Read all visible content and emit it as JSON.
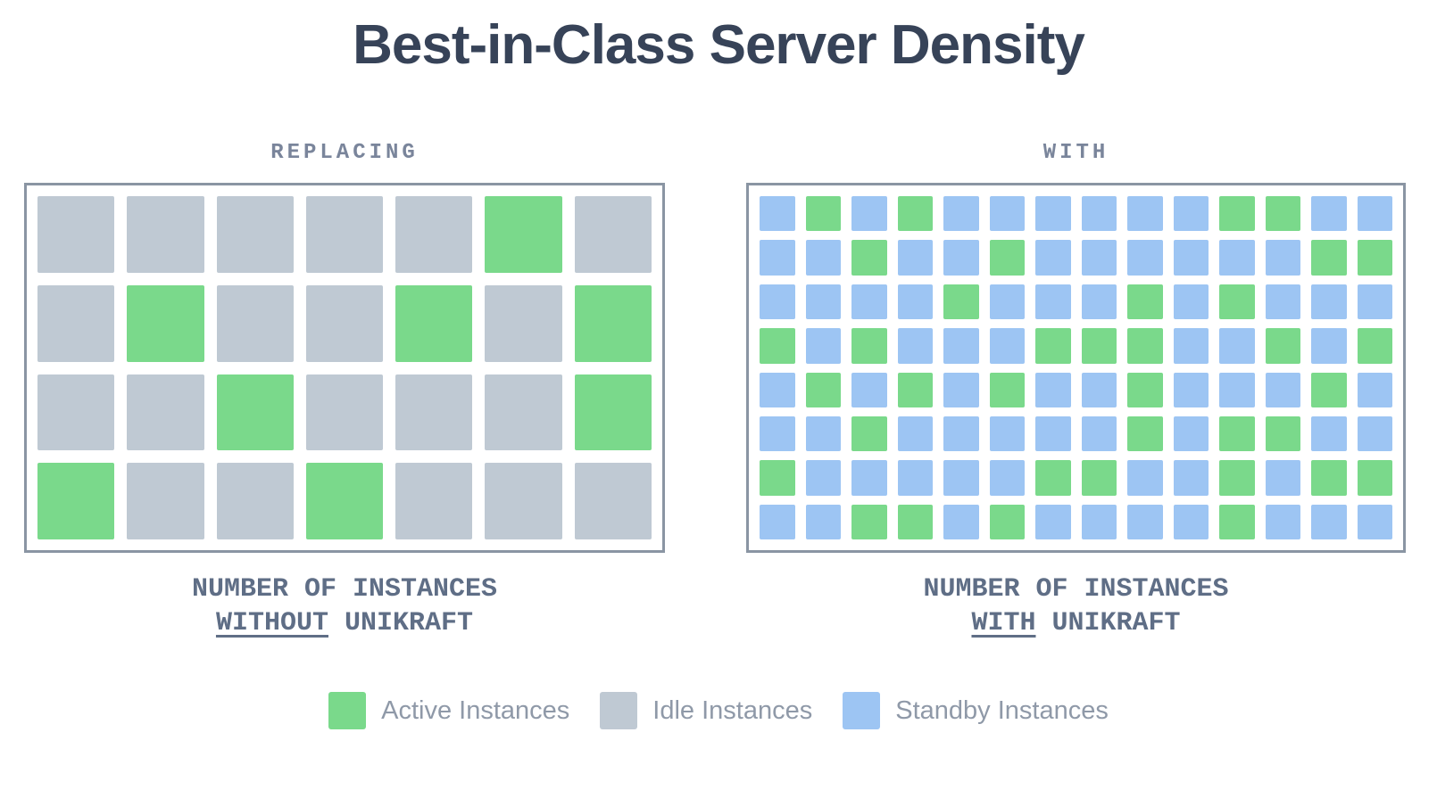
{
  "title": "Best-in-Class Server Density",
  "colors": {
    "active": "#7AD98B",
    "idle": "#BFC9D3",
    "standby": "#9DC5F3"
  },
  "cell_types": {
    "A": "active",
    "I": "idle",
    "S": "standby"
  },
  "panels": [
    {
      "heading": "REPLACING",
      "caption_line1": "NUMBER OF INSTANCES",
      "caption_emphasis": "WITHOUT",
      "caption_rest": "UNIKRAFT",
      "grid": {
        "columns": 7,
        "rows": 4,
        "cells": [
          [
            "I",
            "I",
            "I",
            "I",
            "I",
            "A",
            "I"
          ],
          [
            "I",
            "A",
            "I",
            "I",
            "A",
            "I",
            "A"
          ],
          [
            "I",
            "I",
            "A",
            "I",
            "I",
            "I",
            "A"
          ],
          [
            "A",
            "I",
            "I",
            "A",
            "I",
            "I",
            "I"
          ]
        ]
      }
    },
    {
      "heading": "WITH",
      "caption_line1": "NUMBER OF INSTANCES",
      "caption_emphasis": "WITH",
      "caption_rest": "UNIKRAFT",
      "grid": {
        "columns": 14,
        "rows": 8,
        "cells": [
          [
            "S",
            "A",
            "S",
            "A",
            "S",
            "S",
            "S",
            "S",
            "S",
            "S",
            "A",
            "A",
            "S",
            "S"
          ],
          [
            "S",
            "S",
            "A",
            "S",
            "S",
            "A",
            "S",
            "S",
            "S",
            "S",
            "S",
            "S",
            "A",
            "A"
          ],
          [
            "S",
            "S",
            "S",
            "S",
            "A",
            "S",
            "S",
            "S",
            "A",
            "S",
            "A",
            "S",
            "S",
            "S"
          ],
          [
            "A",
            "S",
            "A",
            "S",
            "S",
            "S",
            "A",
            "A",
            "A",
            "S",
            "S",
            "A",
            "S",
            "A"
          ],
          [
            "S",
            "A",
            "S",
            "A",
            "S",
            "A",
            "S",
            "S",
            "A",
            "S",
            "S",
            "S",
            "A",
            "S"
          ],
          [
            "S",
            "S",
            "A",
            "S",
            "S",
            "S",
            "S",
            "S",
            "A",
            "S",
            "A",
            "A",
            "S",
            "S"
          ],
          [
            "A",
            "S",
            "S",
            "S",
            "S",
            "S",
            "A",
            "A",
            "S",
            "S",
            "A",
            "S",
            "A",
            "A"
          ],
          [
            "S",
            "S",
            "A",
            "A",
            "S",
            "A",
            "S",
            "S",
            "S",
            "S",
            "A",
            "S",
            "S",
            "S"
          ]
        ]
      }
    }
  ],
  "legend": [
    {
      "type": "active",
      "label": "Active Instances"
    },
    {
      "type": "idle",
      "label": "Idle Instances"
    },
    {
      "type": "standby",
      "label": "Standby Instances"
    }
  ]
}
